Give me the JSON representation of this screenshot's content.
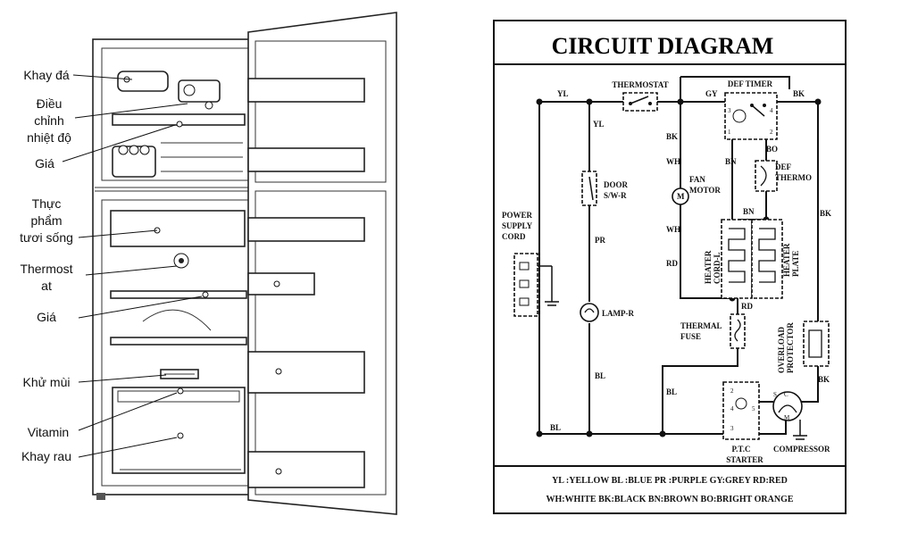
{
  "fridge_labels": {
    "ice_tray": "Khay đá",
    "temp_control": [
      "Điều",
      "chỉnh",
      "nhiệt độ"
    ],
    "shelf_top": "Giá",
    "fresh_food": [
      "Thực",
      "phẩm",
      "tươi sống"
    ],
    "thermostat": [
      "Thermost",
      "at"
    ],
    "shelf_mid": "Giá",
    "deodorizer": "Khử mùi",
    "vitamin": "Vitamin",
    "veg_tray": "Khay rau"
  },
  "circuit": {
    "title": "CIRCUIT DIAGRAM",
    "components": {
      "thermostat": "THERMOSTAT",
      "def_timer": "DEF TIMER",
      "door_switch": [
        "DOOR",
        "S/W-R"
      ],
      "power_cord": [
        "POWER",
        "SUPPLY",
        "CORD"
      ],
      "fan_motor": [
        "FAN",
        "MOTOR"
      ],
      "def_thermo": [
        "DEF",
        "THERMO"
      ],
      "heater_cord": [
        "HEATER",
        "CORD-L"
      ],
      "heater_plate": [
        "HEATER",
        "PLATE"
      ],
      "lamp": "LAMP-R",
      "thermal_fuse": [
        "THERMAL",
        "FUSE"
      ],
      "overload_protector": [
        "OVERLOAD",
        "PROTECTOR"
      ],
      "ptc_starter": [
        "P.T.C",
        "STARTER"
      ],
      "compressor": "COMPRESSOR"
    },
    "wire_codes": {
      "yl_top": "YL",
      "yl_side": "YL",
      "gy": "GY",
      "bk_top": "BK",
      "bk_left1": "BK",
      "wh_left1": "WH",
      "bn_mid": "BN",
      "bo": "BO",
      "bn_low": "BN",
      "bk_right": "BK",
      "wh_left2": "WH",
      "rd_left": "RD",
      "pr": "PR",
      "rd_low": "RD",
      "bl_mid": "BL",
      "bl_low": "BL",
      "bk_low": "BK",
      "bl_bottom": "BL",
      "m": "M"
    },
    "timer_pins": [
      "3",
      "4",
      "1",
      "2"
    ],
    "ptc_pins": [
      "2",
      "4",
      "5",
      "3"
    ],
    "comp_pins": [
      "S",
      "C",
      "M"
    ],
    "legend": [
      "YL :YELLOW  BL :BLUE   PR :PURPLE   GY:GREY   RD:RED",
      "WH:WHITE   BK:BLACK  BN:BROWN   BO:BRIGHT ORANGE"
    ]
  }
}
